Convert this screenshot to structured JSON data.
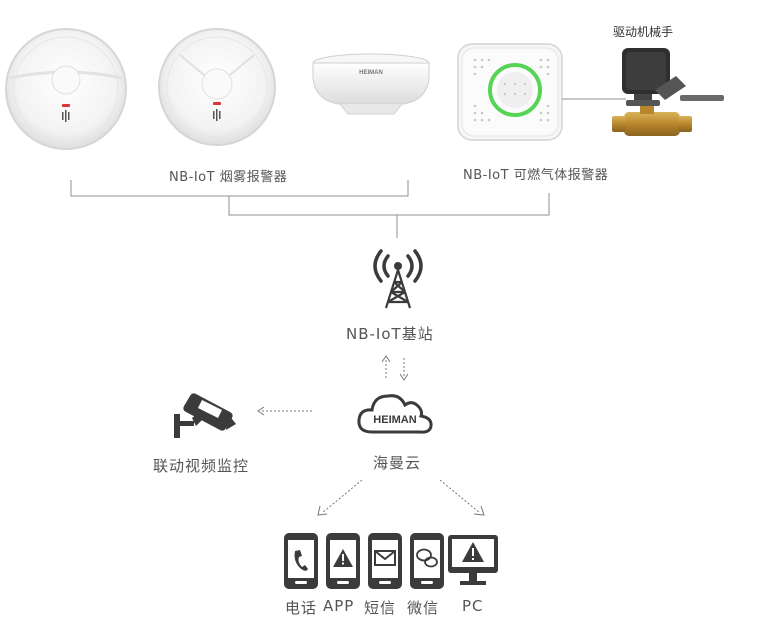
{
  "labels": {
    "valve": "驱动机械手",
    "smoke": "NB-IoT 烟雾报警器",
    "gas": "NB-IoT 可燃气体报警器",
    "station": "NB-IoT基站",
    "cloud": "海曼云",
    "cloud_logo": "HEIMAN",
    "camera": "联动视频监控",
    "detector_brand": "HEIMAN",
    "phone": "电话",
    "app": "APP",
    "sms": "短信",
    "wechat": "微信",
    "pc": "PC"
  },
  "colors": {
    "line": "#8f8f8f",
    "icon": "#3b3b3b",
    "gas_ring": "#57d356",
    "detector_body": "#f4f4f4"
  },
  "icons": {
    "station": "radio-tower-icon",
    "cloud": "cloud-icon",
    "camera": "cctv-camera-icon",
    "phone": "phone-icon",
    "app": "warning-phone-icon",
    "sms": "envelope-phone-icon",
    "wechat": "wechat-phone-icon",
    "pc": "warning-monitor-icon"
  }
}
